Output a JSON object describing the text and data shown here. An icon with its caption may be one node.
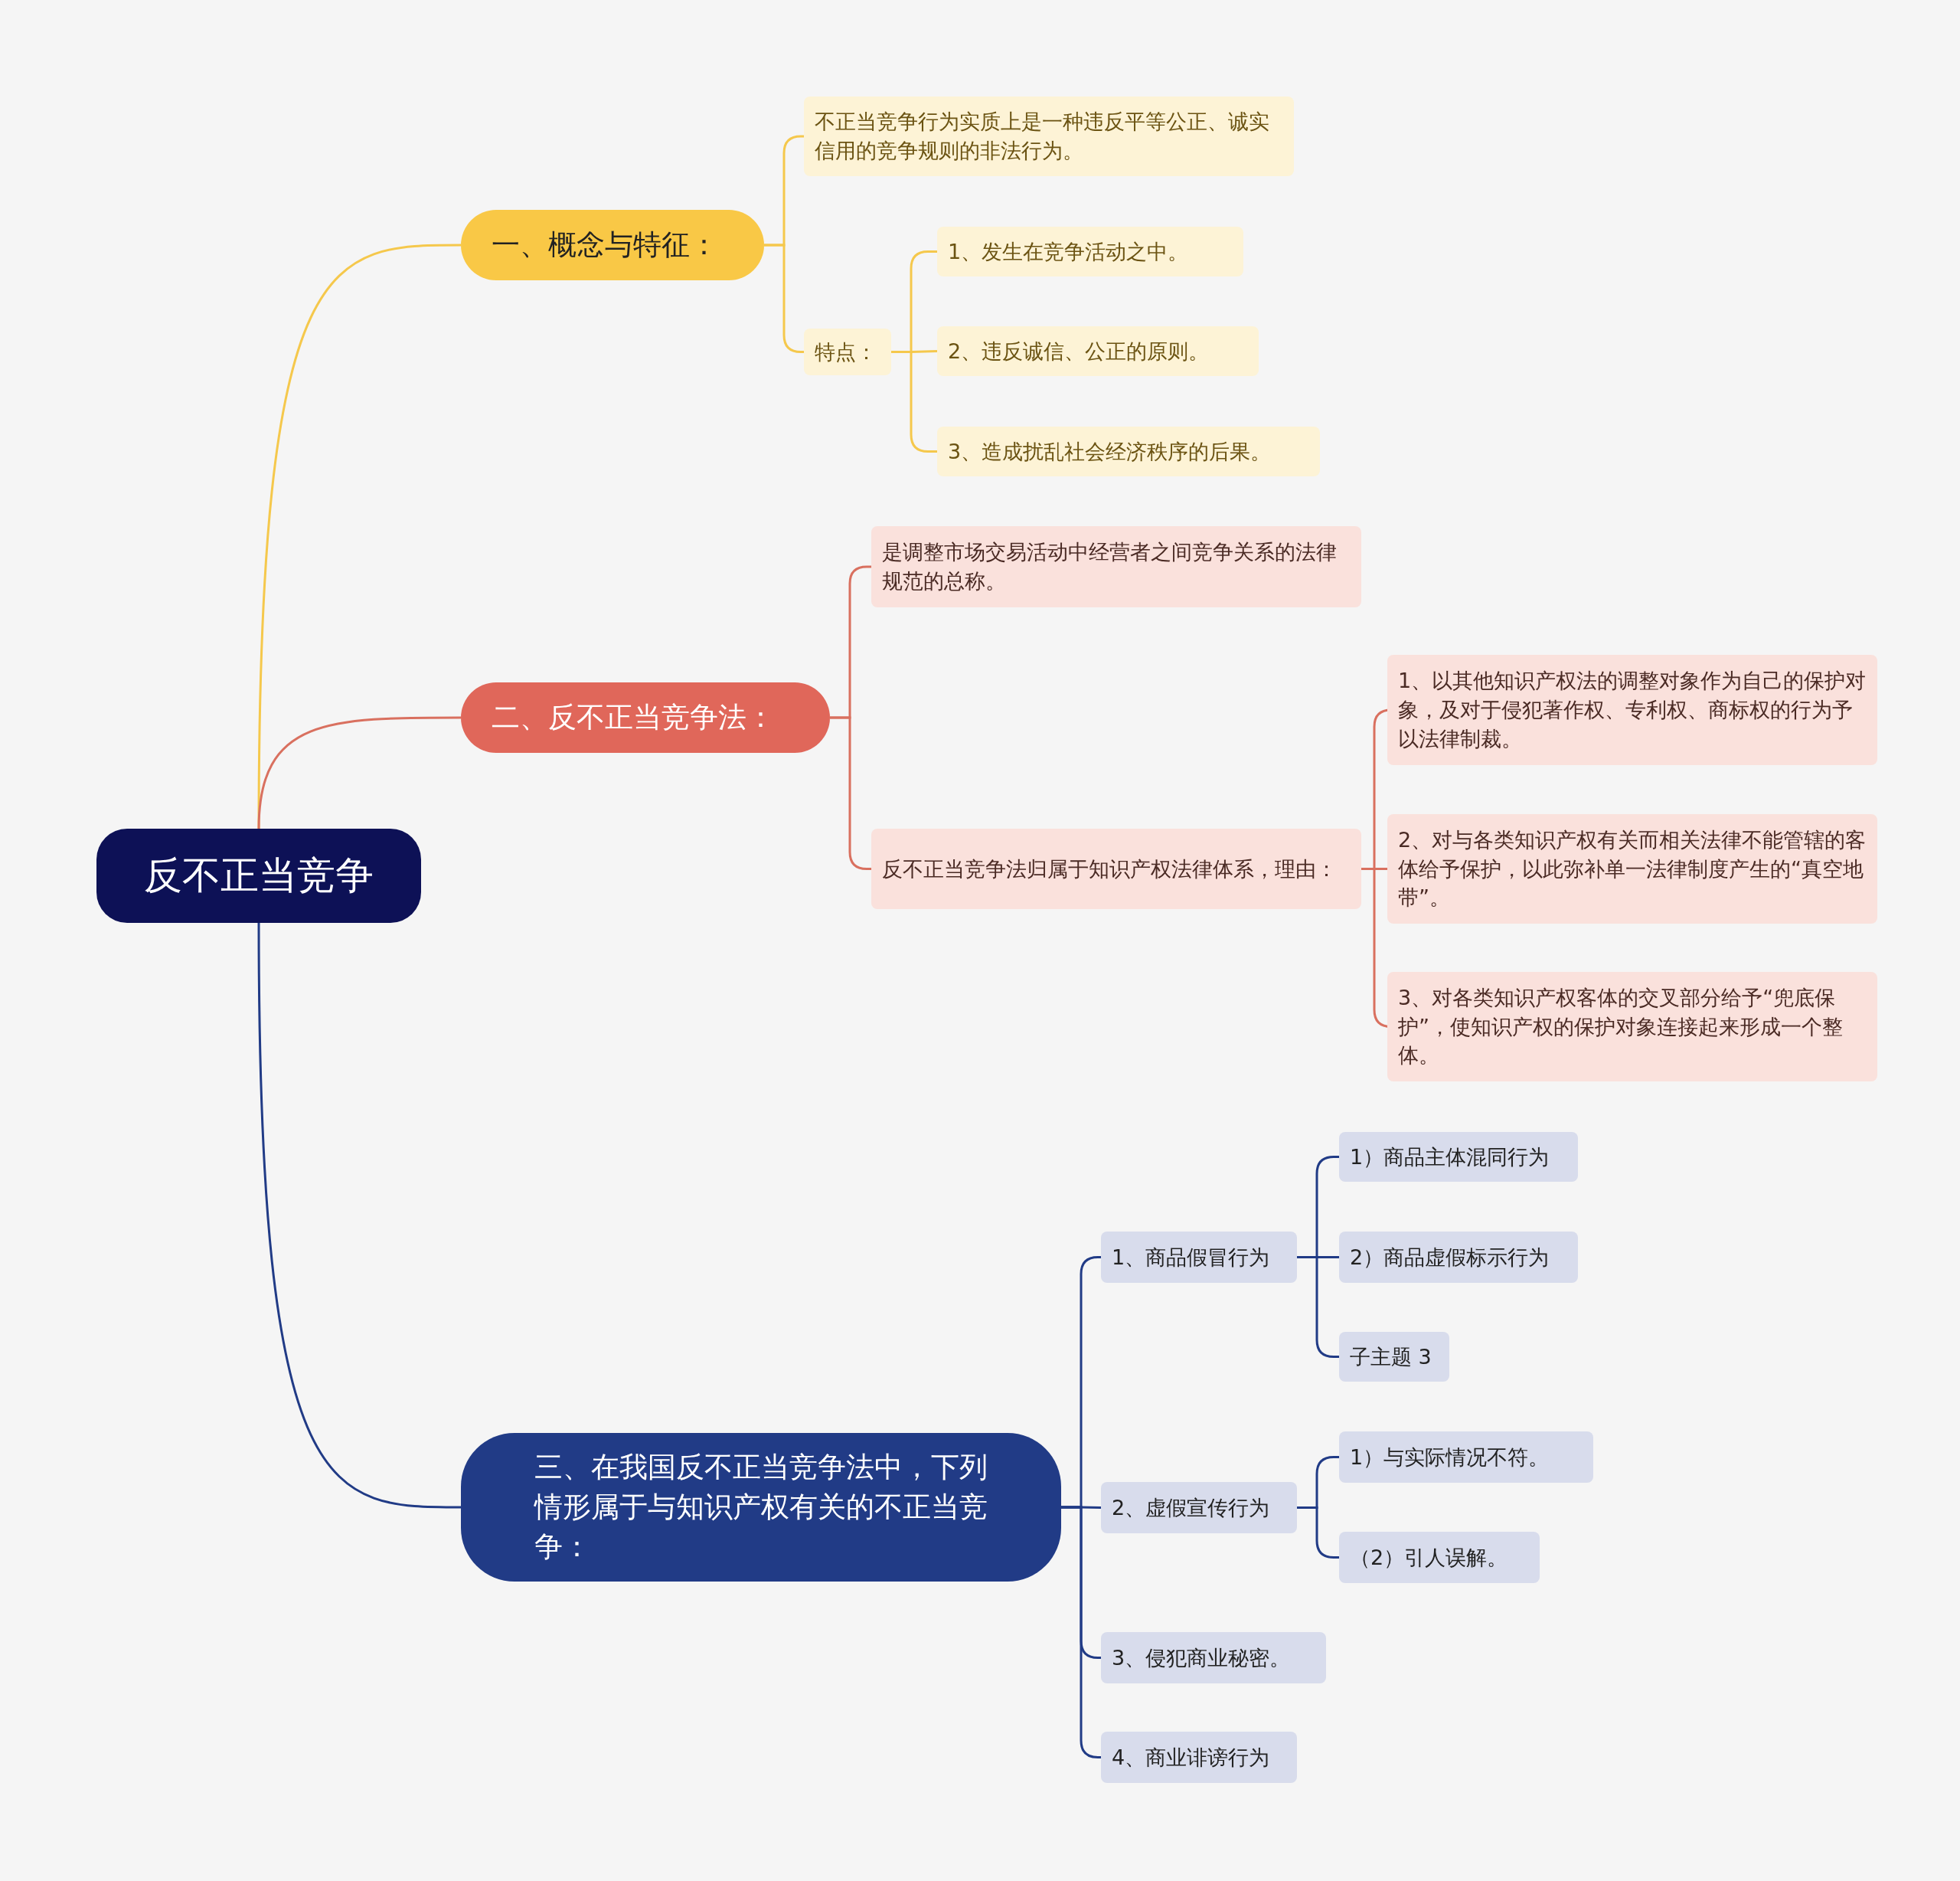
{
  "diagram": {
    "nodes": [
      {
        "text": [
          "反不正当竞争"
        ]
      },
      {
        "text": [
          "一、概念与特征："
        ]
      },
      {
        "text": [
          "不正当竞争行为实质上是一种违反平等公正、诚实信用的竞争规则的非法行为。"
        ]
      },
      {
        "text": [
          "特点："
        ]
      },
      {
        "text": [
          "1、发生在竞争活动之中。"
        ]
      },
      {
        "text": [
          "2、违反诚信、公正的原则。"
        ]
      },
      {
        "text": [
          "3、造成扰乱社会经济秩序的后果。"
        ]
      },
      {
        "text": [
          "二、反不正当竞争法："
        ]
      },
      {
        "text": [
          "是调整市场交易活动中经营者之间竞争关系的法律规范的总称。"
        ]
      },
      {
        "text": [
          "反不正当竞争法归属于知识产权法律体系，理由："
        ]
      },
      {
        "text": [
          "1、以其他知识产权法的调整对象作为自己的保护对象，及对于侵犯著作权、专利权、商标权的行为予以法律制裁。"
        ]
      },
      {
        "text": [
          "2、对与各类知识产权有关而相关法律不能管辖的客体给予保护，以此弥补单一法律制度产生的“真空地带”。"
        ]
      },
      {
        "text": [
          "3、对各类知识产权客体的交叉部分给予“兜底保护”，使知识产权的保护对象连接起来形成一个整体。"
        ]
      },
      {
        "text": [
          "三、在我国反不正当竞争法中，下列情形属于与知识产权有关的不正当竞争："
        ]
      },
      {
        "text": [
          "1、商品假冒行为"
        ]
      },
      {
        "text": [
          "1）商品主体混同行为"
        ]
      },
      {
        "text": [
          "2）商品虚假标示行为"
        ]
      },
      {
        "text": [
          "子主题 3"
        ]
      },
      {
        "text": [
          "2、虚假宣传行为"
        ]
      },
      {
        "text": [
          "1）与实际情况不符。"
        ]
      },
      {
        "text": [
          "（2）引人误解。"
        ]
      },
      {
        "text": [
          "3、侵犯商业秘密。"
        ]
      },
      {
        "text": [
          "4、商业诽谤行为"
        ]
      }
    ],
    "edges": [
      {
        "from": 0,
        "to": 1,
        "arrow": "none",
        "color": "#f5c84c"
      },
      {
        "from": 1,
        "to": 2,
        "arrow": "none",
        "color": "#f5c84c"
      },
      {
        "from": 1,
        "to": 3,
        "arrow": "none",
        "color": "#f5c84c"
      },
      {
        "from": 3,
        "to": 4,
        "arrow": "none",
        "color": "#f5c84c"
      },
      {
        "from": 3,
        "to": 5,
        "arrow": "none",
        "color": "#f5c84c"
      },
      {
        "from": 3,
        "to": 6,
        "arrow": "none",
        "color": "#f5c84c"
      },
      {
        "from": 0,
        "to": 7,
        "arrow": "none",
        "color": "#d9705f"
      },
      {
        "from": 7,
        "to": 8,
        "arrow": "none",
        "color": "#d9705f"
      },
      {
        "from": 7,
        "to": 9,
        "arrow": "none",
        "color": "#d9705f"
      },
      {
        "from": 9,
        "to": 10,
        "arrow": "none",
        "color": "#d9705f"
      },
      {
        "from": 9,
        "to": 11,
        "arrow": "none",
        "color": "#d9705f"
      },
      {
        "from": 9,
        "to": 12,
        "arrow": "none",
        "color": "#d9705f"
      },
      {
        "from": 0,
        "to": 13,
        "arrow": "none"
      },
      {
        "from": 13,
        "to": 14,
        "arrow": "none"
      },
      {
        "from": 14,
        "to": 15,
        "arrow": "none"
      },
      {
        "from": 14,
        "to": 16,
        "arrow": "none"
      },
      {
        "from": 14,
        "to": 17,
        "arrow": "none"
      },
      {
        "from": 13,
        "to": 18,
        "arrow": "none"
      },
      {
        "from": 18,
        "to": 19,
        "arrow": "none"
      },
      {
        "from": 18,
        "to": 20,
        "arrow": "none"
      },
      {
        "from": 13,
        "to": 21,
        "arrow": "none"
      },
      {
        "from": 13,
        "to": 22,
        "arrow": "none"
      }
    ]
  }
}
